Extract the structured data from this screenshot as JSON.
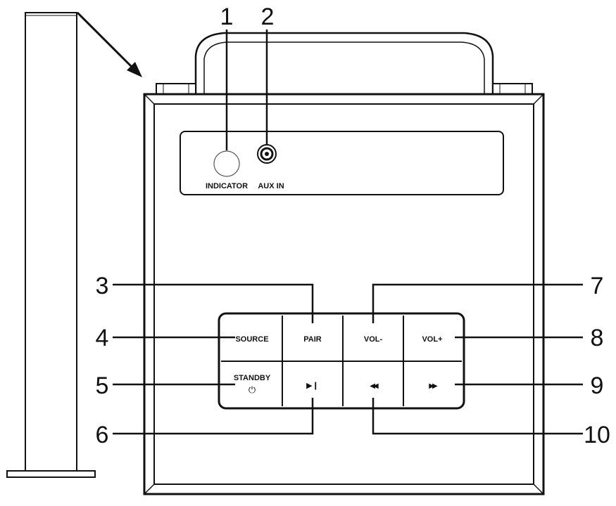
{
  "panel": {
    "indicator_label": "INDICATOR",
    "aux_in_label": "AUX IN"
  },
  "buttons": {
    "source": "SOURCE",
    "pair": "PAIR",
    "vol_minus": "VOL-",
    "vol_plus": "VOL+",
    "standby": "STANDBY",
    "power_glyph": "⏻",
    "play_pause_glyph": "▶❙",
    "prev_glyph": "◀◀",
    "next_glyph": "▶▶"
  },
  "callouts": [
    "1",
    "2",
    "3",
    "4",
    "5",
    "6",
    "7",
    "8",
    "9",
    "10"
  ]
}
